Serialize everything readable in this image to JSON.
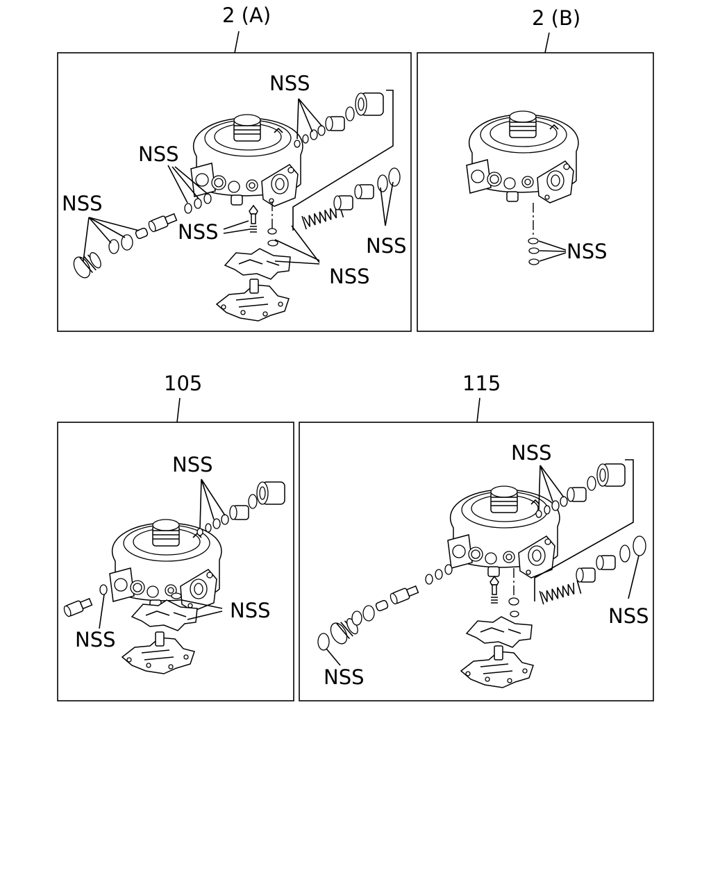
{
  "panels": [
    {
      "id": "2A",
      "title": "2 (A)",
      "labels": [
        "NSS",
        "NSS",
        "NSS",
        "NSS",
        "NSS",
        "NSS"
      ]
    },
    {
      "id": "2B",
      "title": "2 (B)",
      "labels": [
        "NSS"
      ]
    },
    {
      "id": "105",
      "title": "105",
      "labels": [
        "NSS",
        "NSS",
        "NSS"
      ]
    },
    {
      "id": "115",
      "title": "115",
      "labels": [
        "NSS",
        "NSS",
        "NSS"
      ]
    }
  ]
}
